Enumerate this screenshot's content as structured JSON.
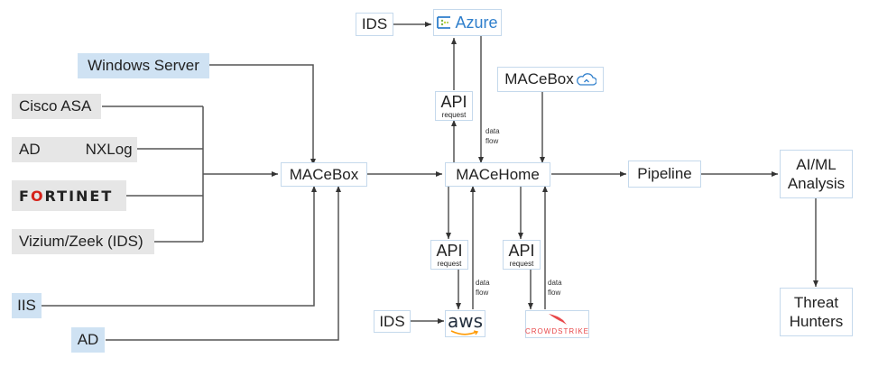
{
  "sources": {
    "windows_server": "Windows Server",
    "cisco_asa": "Cisco ASA",
    "ad_nxlog_left": "AD",
    "ad_nxlog_right": "NXLog",
    "fortinet_prefix": "F",
    "fortinet_o": "O",
    "fortinet_suffix": "RTINET",
    "vizium": "Vizium/Zeek (IDS)",
    "iis": "IIS",
    "ad": "AD"
  },
  "nodes": {
    "macebox": "MACeBox",
    "macehome": "MACeHome",
    "macebox_cloud": "MACeBox",
    "pipeline": "Pipeline",
    "aiml_line1": "AI/ML",
    "aiml_line2": "Analysis",
    "threat_line1": "Threat",
    "threat_line2": "Hunters"
  },
  "clouds": {
    "azure": "Azure",
    "aws": "aws",
    "crowdstrike": "CROWDSTRIKE",
    "ids_azure": "IDS",
    "ids_aws": "IDS"
  },
  "api": {
    "title": "API",
    "subtitle": "request"
  },
  "edge_labels": {
    "data_flow_line1": "data",
    "data_flow_line2": "flow"
  },
  "colors": {
    "source_blue": "#cfe2f3",
    "source_gray": "#e6e6e6",
    "box_border": "#c5d9ec",
    "azure_blue": "#2f7fcc",
    "fortinet_red": "#d5221a",
    "crowdstrike_red": "#e8484a",
    "line": "#555555"
  }
}
